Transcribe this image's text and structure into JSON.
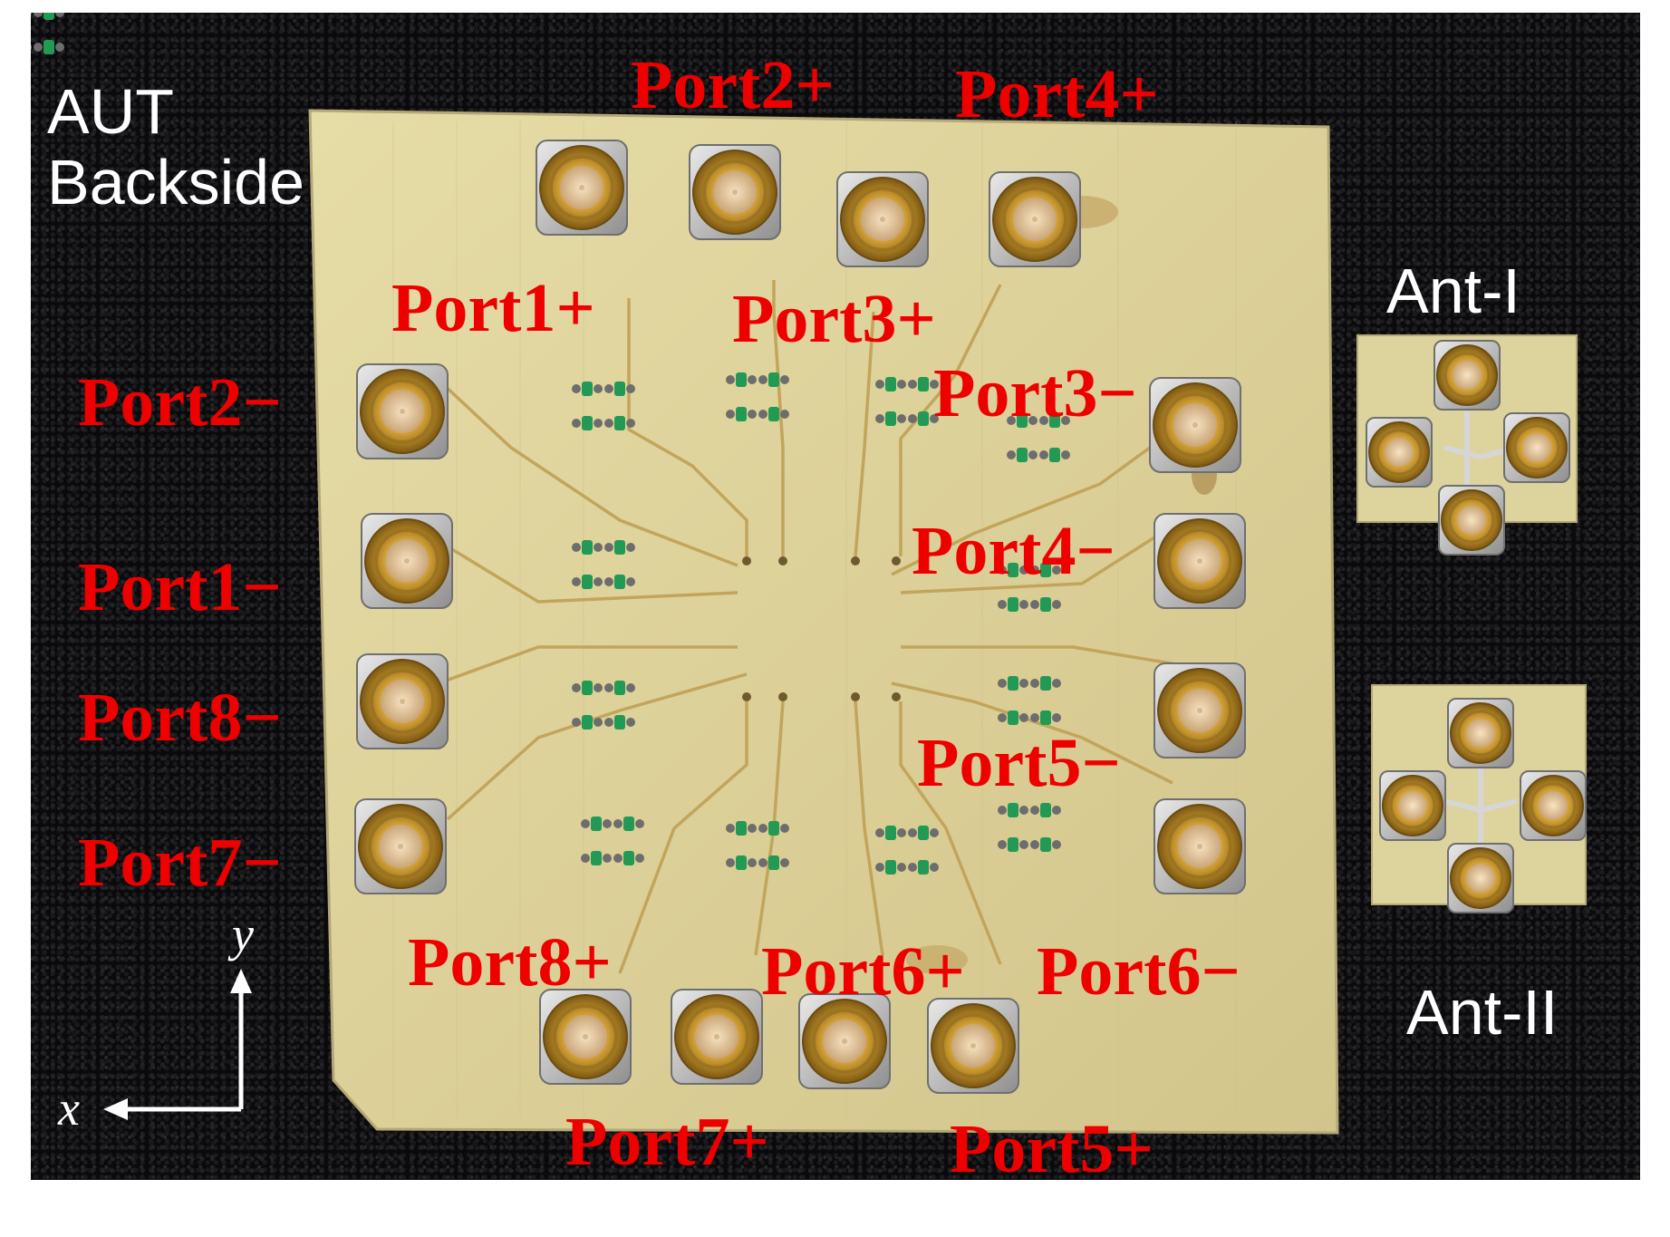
{
  "figure": {
    "title_line1": "AUT",
    "title_line2": "Backside",
    "ant1_label": "Ant-I",
    "ant2_label": "Ant-II",
    "axis_y_label": "y",
    "axis_x_label": "x"
  },
  "ports": {
    "port2_plus": "Port2+",
    "port4_plus": "Port4+",
    "port1_plus": "Port1+",
    "port3_plus": "Port3+",
    "port2_minus": "Port2−",
    "port3_minus": "Port3−",
    "port1_minus": "Port1−",
    "port4_minus": "Port4−",
    "port8_minus": "Port8−",
    "port5_minus": "Port5−",
    "port7_minus": "Port7−",
    "port8_plus": "Port8+",
    "port6_plus": "Port6+",
    "port6_minus": "Port6−",
    "port7_plus": "Port7+",
    "port5_plus": "Port5+"
  },
  "colors": {
    "label_red": "#ee0000",
    "label_white": "#ffffff",
    "foam_black": "#0a0a0c",
    "board_beige": "#ddd39c",
    "connector_gold": "#c99a2a",
    "connector_silver": "#b9b9b9",
    "trace_gold": "#c2a55b"
  }
}
